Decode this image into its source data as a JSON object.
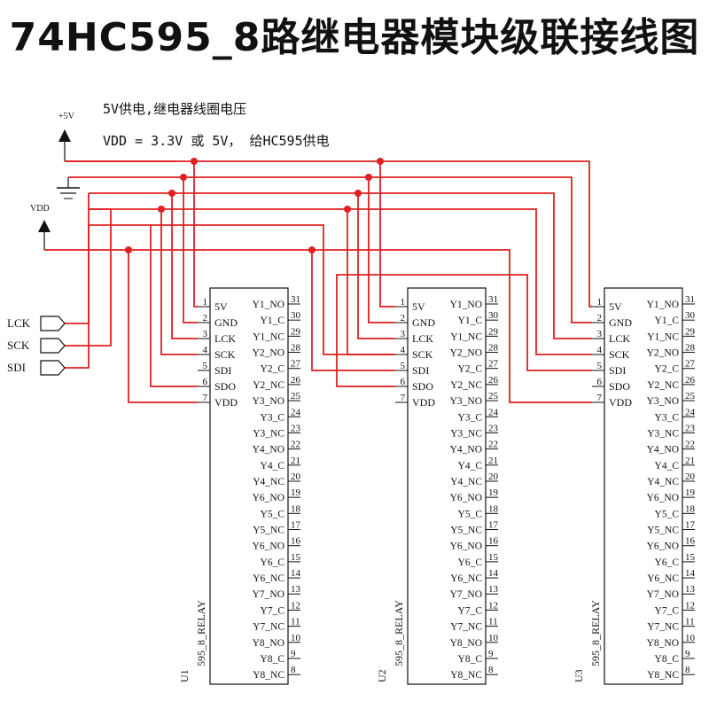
{
  "title": "74HC595_8路继电器模块级联接线图",
  "notes": {
    "line1": "5V供电,继电器线圈电压",
    "line2": "VDD = 3.3V 或 5V， 给HC595供电"
  },
  "power": {
    "plus5v_label": "+5V",
    "vdd_label": "VDD"
  },
  "inputs": [
    "LCK",
    "SCK",
    "SDI"
  ],
  "module": {
    "left_pins": [
      {
        "num": "1",
        "name": "5V"
      },
      {
        "num": "2",
        "name": "GND"
      },
      {
        "num": "3",
        "name": "LCK"
      },
      {
        "num": "4",
        "name": "SCK"
      },
      {
        "num": "5",
        "name": "SDI"
      },
      {
        "num": "6",
        "name": "SDO"
      },
      {
        "num": "7",
        "name": "VDD"
      }
    ],
    "right_pins": [
      {
        "num": "31",
        "name": "Y1_NO"
      },
      {
        "num": "30",
        "name": "Y1_C"
      },
      {
        "num": "29",
        "name": "Y1_NC"
      },
      {
        "num": "28",
        "name": "Y2_NO"
      },
      {
        "num": "27",
        "name": "Y2_C"
      },
      {
        "num": "26",
        "name": "Y2_NC"
      },
      {
        "num": "25",
        "name": "Y3_NO"
      },
      {
        "num": "24",
        "name": "Y3_C"
      },
      {
        "num": "23",
        "name": "Y3_NC"
      },
      {
        "num": "22",
        "name": "Y4_NO"
      },
      {
        "num": "21",
        "name": "Y4_C"
      },
      {
        "num": "20",
        "name": "Y4_NC"
      },
      {
        "num": "19",
        "name": "Y6_NO"
      },
      {
        "num": "18",
        "name": "Y5_C"
      },
      {
        "num": "17",
        "name": "Y5_NC"
      },
      {
        "num": "16",
        "name": "Y6_NO"
      },
      {
        "num": "15",
        "name": "Y6_C"
      },
      {
        "num": "14",
        "name": "Y6_NC"
      },
      {
        "num": "13",
        "name": "Y7_NO"
      },
      {
        "num": "12",
        "name": "Y7_C"
      },
      {
        "num": "11",
        "name": "Y7_NC"
      },
      {
        "num": "10",
        "name": "Y8_NO"
      },
      {
        "num": "9",
        "name": "Y8_C"
      },
      {
        "num": "8",
        "name": "Y8_NC"
      }
    ]
  },
  "modules": [
    {
      "ref": "U1",
      "part": "595_8_RELAY"
    },
    {
      "ref": "U2",
      "part": "595_8_RELAY"
    },
    {
      "ref": "U3",
      "part": "595_8_RELAY"
    }
  ],
  "colors": {
    "wire": "#e02020",
    "ink": "#111111"
  }
}
